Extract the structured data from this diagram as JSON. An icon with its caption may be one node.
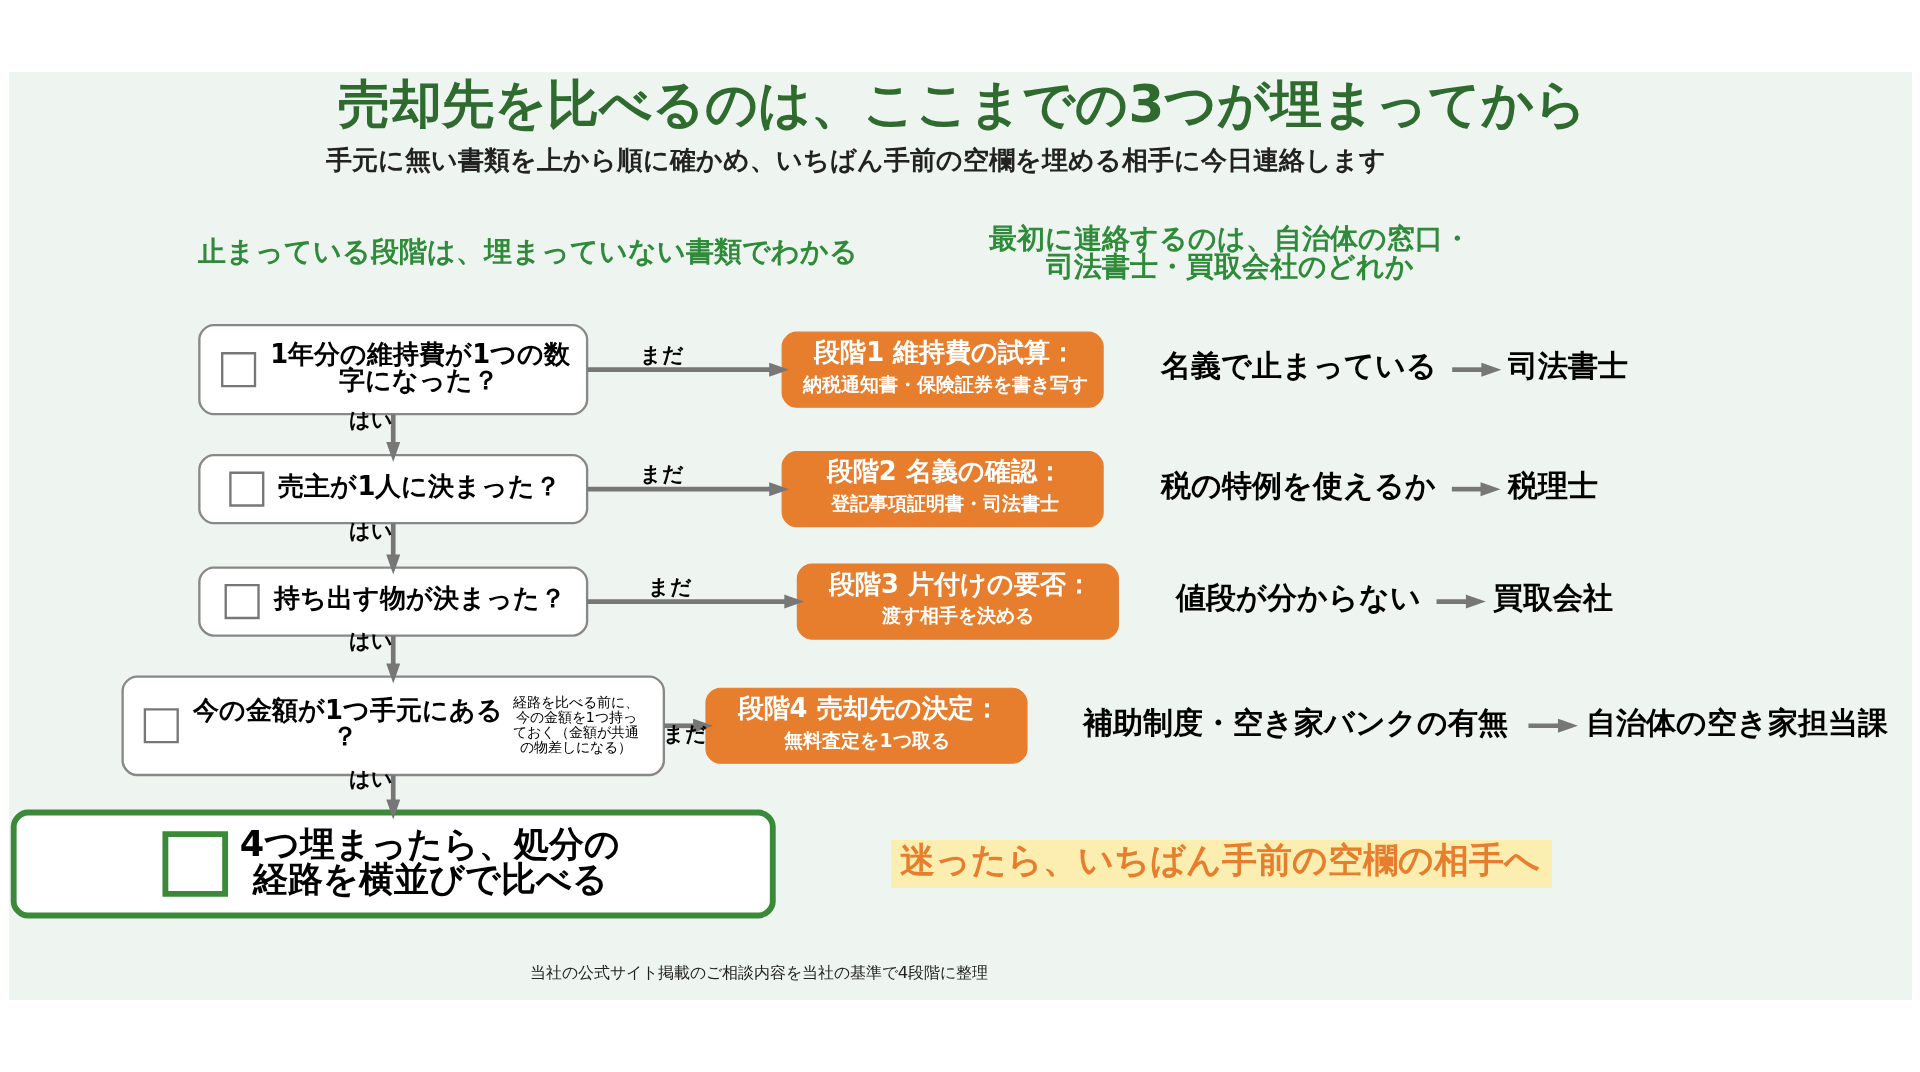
{
  "diagram": {
    "title": "売却先を比べるのは、ここまでの3つが埋まってから",
    "nodes": [
      {
        "text": [
          "1年分の維持費が1つの数字になった？"
        ]
      },
      {
        "text": [
          "段階1 維持費の試算：",
          "納税通知書・保険証券を書き写す"
        ]
      },
      {
        "text": [
          "売主が1人に決まった？"
        ]
      },
      {
        "text": [
          "段階2 名義の確認：",
          "登記事項証明書・司法書士"
        ]
      },
      {
        "text": [
          "持ち出す物が決まった？"
        ]
      },
      {
        "text": [
          "段階3 片付けの要否：",
          "渡す相手を決める"
        ]
      },
      {
        "text": [
          "今の金額が1つ手元にある？",
          "経路を比べる前に、今の金額を1つ持っておく（金額が共通の物差しになる）"
        ]
      },
      {
        "text": [
          "段階4 売却先の決定：",
          "無料査定を1つ取る"
        ]
      },
      {
        "text": [
          "4つ埋まったら、処分の経路を横並びで比べる"
        ]
      },
      {
        "text": [
          "名義で止まっている"
        ]
      },
      {
        "text": [
          "司法書士"
        ]
      },
      {
        "text": [
          "税の特例を使えるか"
        ]
      },
      {
        "text": [
          "税理士"
        ]
      },
      {
        "text": [
          "値段が分からない"
        ]
      },
      {
        "text": [
          "買取会社"
        ]
      },
      {
        "text": [
          "補助制度・空き家バンクの有無"
        ]
      },
      {
        "text": [
          "自治体の空き家担当課"
        ]
      }
    ],
    "edges": [
      {
        "from": 0,
        "to": 1,
        "arrow": "to",
        "label": "まだ"
      },
      {
        "from": 0,
        "to": 2,
        "arrow": "to",
        "label": "はい"
      },
      {
        "from": 2,
        "to": 3,
        "arrow": "to",
        "label": "まだ"
      },
      {
        "from": 2,
        "to": 4,
        "arrow": "to",
        "label": "はい"
      },
      {
        "from": 4,
        "to": 5,
        "arrow": "to",
        "label": "まだ"
      },
      {
        "from": 4,
        "to": 6,
        "arrow": "to",
        "label": "はい"
      },
      {
        "from": 6,
        "to": 7,
        "arrow": "to",
        "label": "まだ"
      },
      {
        "from": 6,
        "to": 8,
        "arrow": "to",
        "label": "はい"
      },
      {
        "from": 9,
        "to": 10,
        "arrow": "to"
      },
      {
        "from": 11,
        "to": 12,
        "arrow": "to"
      },
      {
        "from": 13,
        "to": 14,
        "arrow": "to"
      },
      {
        "from": 15,
        "to": 16,
        "arrow": "to"
      }
    ],
    "labels": [
      "手元に無い書類を上から順に確かめ、いちばん手前の空欄を埋める相手に今日連絡します",
      "止まっている段階は、埋まっていない書類でわかる",
      "最初に連絡するのは、自治体の窓口・司法書士・買取会社のどれか",
      "迷ったら、いちばん手前の空欄の相手へ",
      "当社の公式サイト掲載のご相談内容を当社の基準で4段階に整理"
    ]
  }
}
